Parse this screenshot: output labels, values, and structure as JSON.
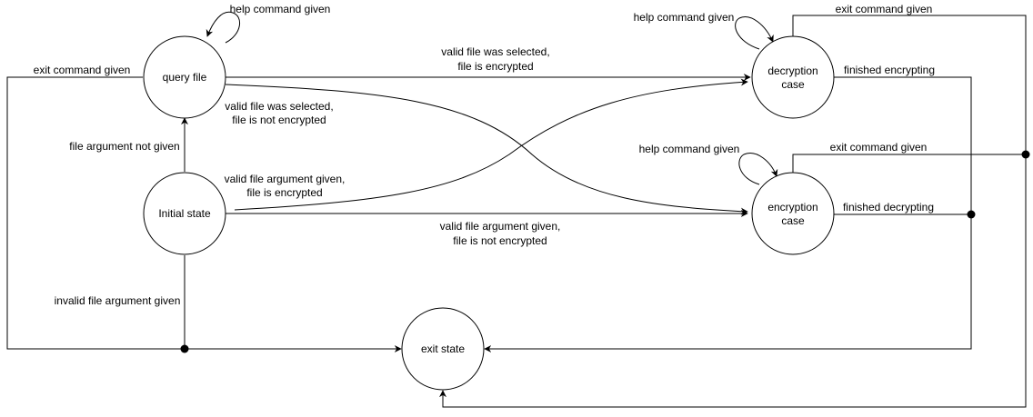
{
  "states": {
    "query_file": "query file",
    "decryption_case": [
      "decryption",
      "case"
    ],
    "initial_state": "Initial state",
    "encryption_case": [
      "encryption",
      "case"
    ],
    "exit_state": "exit state"
  },
  "transitions": {
    "query_help": "help command given",
    "query_exit": "exit command given",
    "query_to_decryption": [
      "valid file was selected,",
      "file is encrypted"
    ],
    "query_to_encryption": [
      "valid file was selected,",
      "file is not encrypted"
    ],
    "initial_to_query": "file argument not given",
    "initial_to_decryption": [
      "valid file argument given,",
      "file is encrypted"
    ],
    "initial_to_encryption": [
      "valid file argument given,",
      "file is not encrypted"
    ],
    "initial_to_exit": "invalid file argument given",
    "decryption_help": "help command given",
    "decryption_exit": "exit command given",
    "decryption_finished": "finished encrypting",
    "encryption_help": "help command given",
    "encryption_exit": "exit command given",
    "encryption_finished": "finished decrypting"
  },
  "colors": {
    "line": "#000000",
    "background": "#ffffff"
  }
}
